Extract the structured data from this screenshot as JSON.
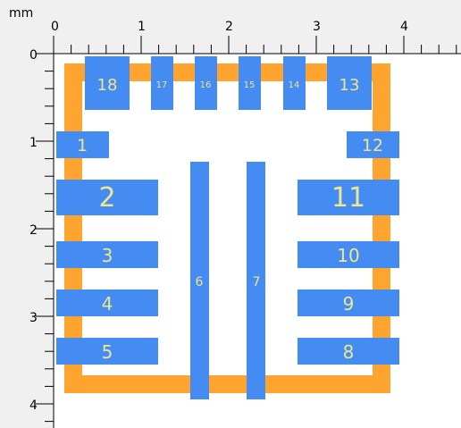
{
  "ruler": {
    "unit_label": "mm",
    "x_ticks": [
      "0",
      "1",
      "2",
      "3",
      "4"
    ],
    "y_ticks": [
      "0",
      "1",
      "2",
      "3",
      "4"
    ]
  },
  "colors": {
    "ruler_bg": "#f0f0f0",
    "ruler_line": "#000000",
    "outline": "#ffa42f",
    "pad": "#448cf2",
    "pad_label": "#f0e68c",
    "background": "#ffffff"
  },
  "pads": [
    {
      "label": "1"
    },
    {
      "label": "2"
    },
    {
      "label": "3"
    },
    {
      "label": "4"
    },
    {
      "label": "5"
    },
    {
      "label": "6"
    },
    {
      "label": "7"
    },
    {
      "label": "8"
    },
    {
      "label": "9"
    },
    {
      "label": "10"
    },
    {
      "label": "11"
    },
    {
      "label": "12"
    },
    {
      "label": "13"
    },
    {
      "label": "14"
    },
    {
      "label": "15"
    },
    {
      "label": "16"
    },
    {
      "label": "17"
    },
    {
      "label": "18"
    }
  ]
}
